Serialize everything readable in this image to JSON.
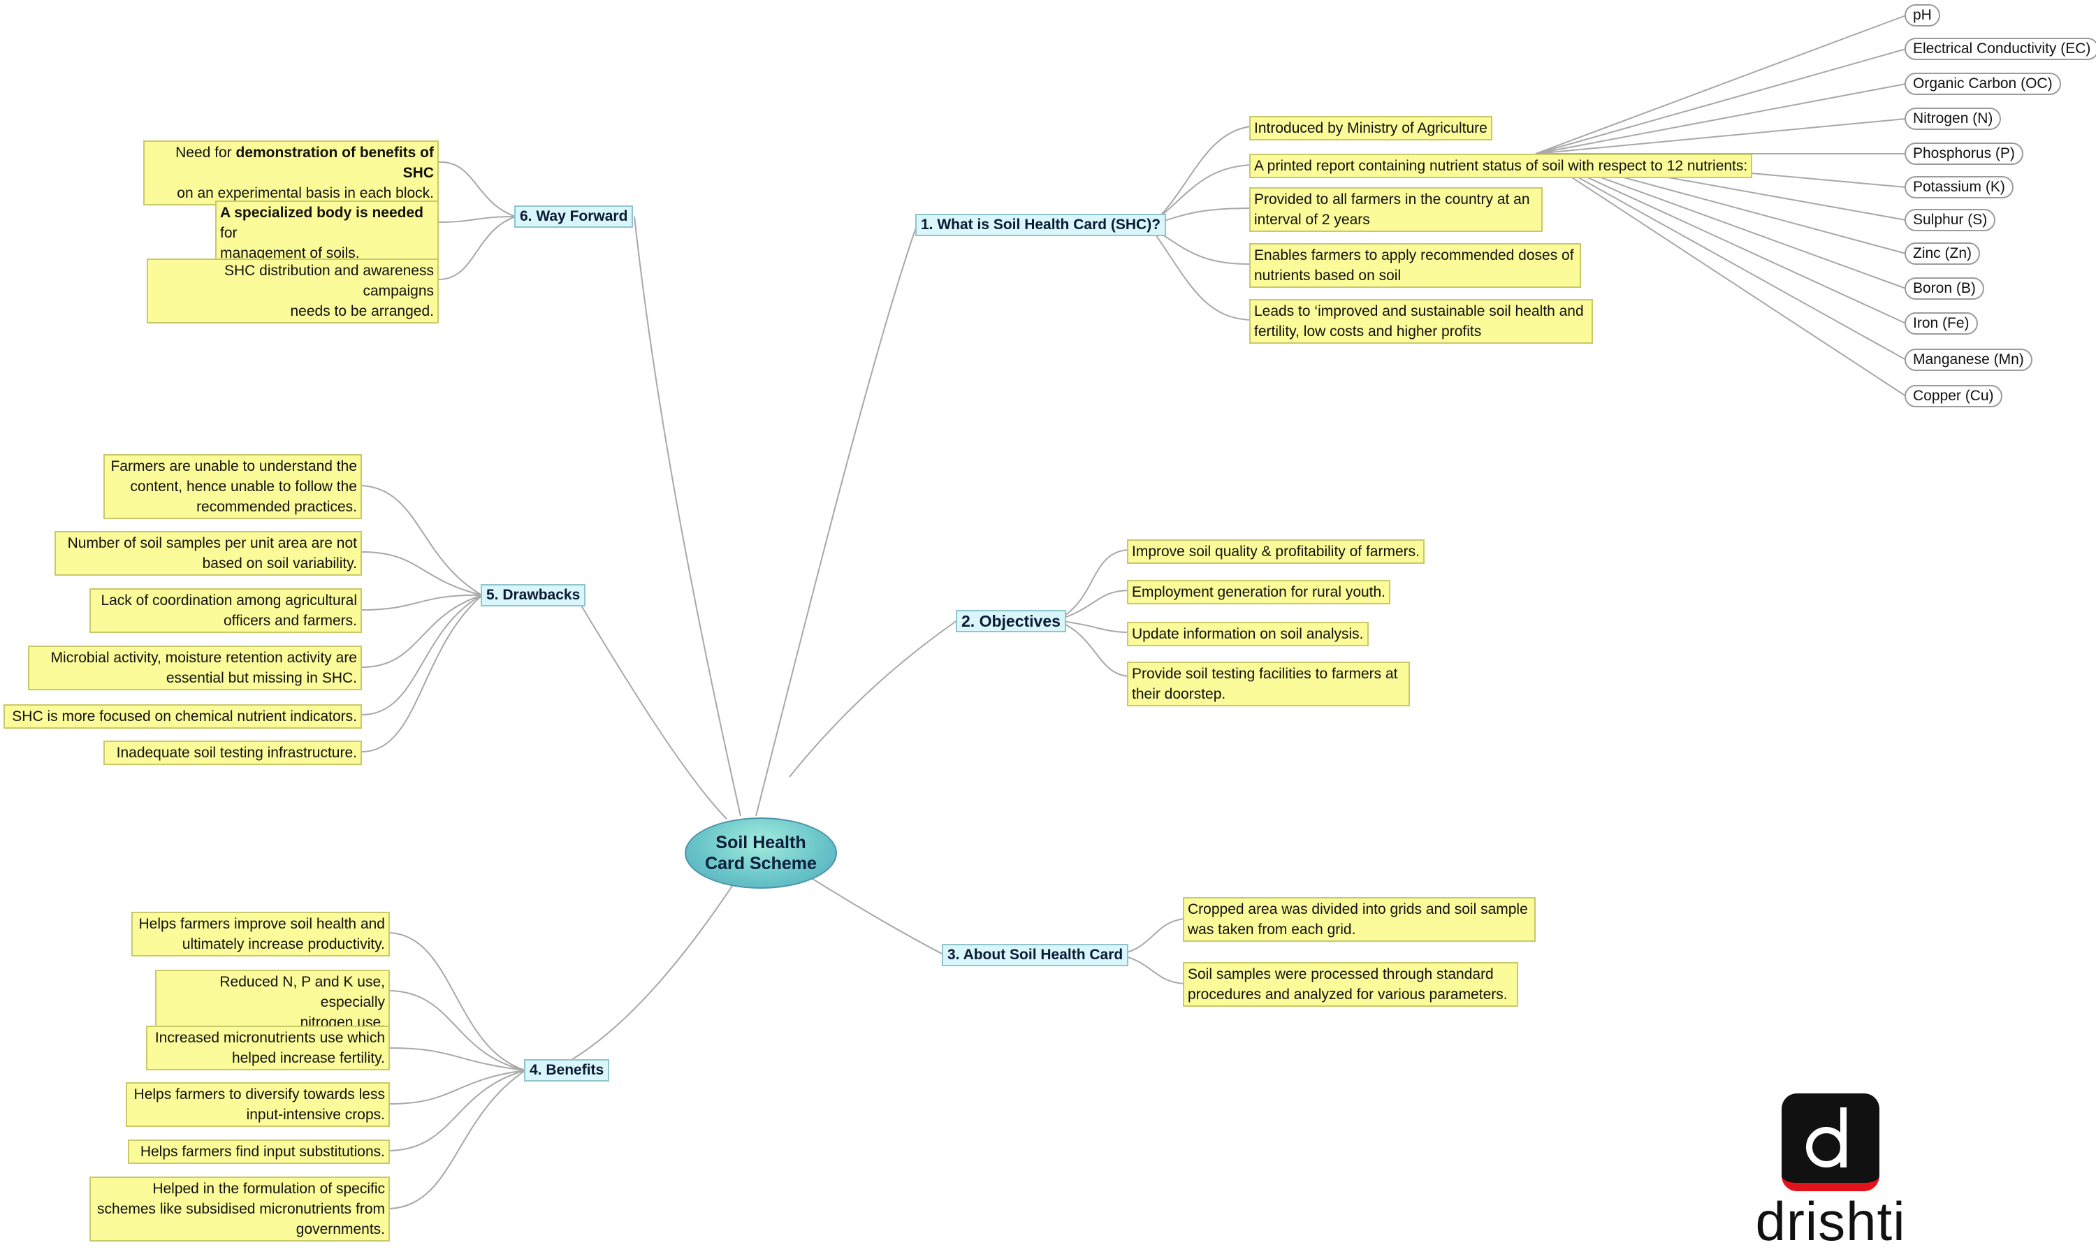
{
  "center": {
    "line1": "Soil Health",
    "line2": "Card Scheme"
  },
  "branches": {
    "b1": {
      "title": "1. What is Soil Health Card (SHC)?",
      "items": [
        [
          "Introduced by Ministry of Agriculture"
        ],
        [
          "A printed report containing nutrient status of soil with respect to 12 nutrients:"
        ],
        [
          "Provided to all farmers in the country at an",
          "interval of 2 years"
        ],
        [
          "Enables farmers to apply recommended doses of",
          "nutrients based on soil"
        ],
        [
          "Leads to ‘improved and sustainable soil health and",
          "fertility, low costs and higher profits"
        ]
      ],
      "nutrients": [
        "pH",
        "Electrical Conductivity (EC)",
        "Organic Carbon (OC)",
        "Nitrogen (N)",
        "Phosphorus (P)",
        "Potassium (K)",
        "Sulphur (S)",
        "Zinc (Zn)",
        "Boron (B)",
        "Iron (Fe)",
        "Manganese (Mn)",
        "Copper (Cu)"
      ]
    },
    "b2": {
      "title": "2. Objectives",
      "items": [
        [
          "Improve soil quality & profitability of farmers."
        ],
        [
          "Employment generation for rural youth."
        ],
        [
          "Update information on soil analysis."
        ],
        [
          "Provide soil testing facilities to farmers at",
          "their doorstep."
        ]
      ]
    },
    "b3": {
      "title": "3. About Soil Health Card",
      "items": [
        [
          "Cropped area was divided into grids and soil sample",
          "was taken from each grid."
        ],
        [
          "Soil samples were processed through standard",
          "procedures and analyzed for various parameters."
        ]
      ]
    },
    "b4": {
      "title": "4. Benefits",
      "items": [
        [
          "Helps farmers improve soil health and",
          "ultimately increase productivity."
        ],
        [
          "Reduced N, P and K use, especially",
          "nitrogen use."
        ],
        [
          "Increased micronutrients use which",
          "helped increase fertility."
        ],
        [
          "Helps farmers to diversify towards less",
          "input-intensive crops."
        ],
        [
          "Helps farmers find input substitutions."
        ],
        [
          "Helped in the formulation of specific",
          "schemes like subsidised micronutrients from",
          "governments."
        ]
      ]
    },
    "b5": {
      "title": "5. Drawbacks",
      "items": [
        [
          "Farmers are unable to understand the",
          "content, hence unable to follow the",
          "recommended practices."
        ],
        [
          "Number of soil samples per unit area are not",
          "based on soil variability."
        ],
        [
          "Lack of coordination among agricultural",
          "officers and farmers."
        ],
        [
          "Microbial activity, moisture retention activity are",
          "essential but missing in SHC."
        ],
        [
          "SHC is more focused on chemical nutrient indicators."
        ],
        [
          "Inadequate soil testing infrastructure."
        ]
      ]
    },
    "b6": {
      "title": "6. Way Forward",
      "items": {
        "i1": {
          "pre": "Need for ",
          "bold": "demonstration of benefits of SHC",
          "line2": "on an experimental basis in each block."
        },
        "i2": {
          "bold": "A specialized body is needed",
          "post": " for",
          "line2": "management of soils."
        },
        "i3": {
          "line1": "SHC distribution and awareness campaigns",
          "line2": "needs to be arranged."
        }
      }
    }
  },
  "logo": {
    "wordmark": "drishti",
    "icon": "d-letter-icon"
  },
  "colors": {
    "note_bg": "#fbfb9a",
    "branch_bg": "#d9f6fb",
    "center_bg": "#6cc7c9",
    "logo_red": "#e2141b"
  }
}
